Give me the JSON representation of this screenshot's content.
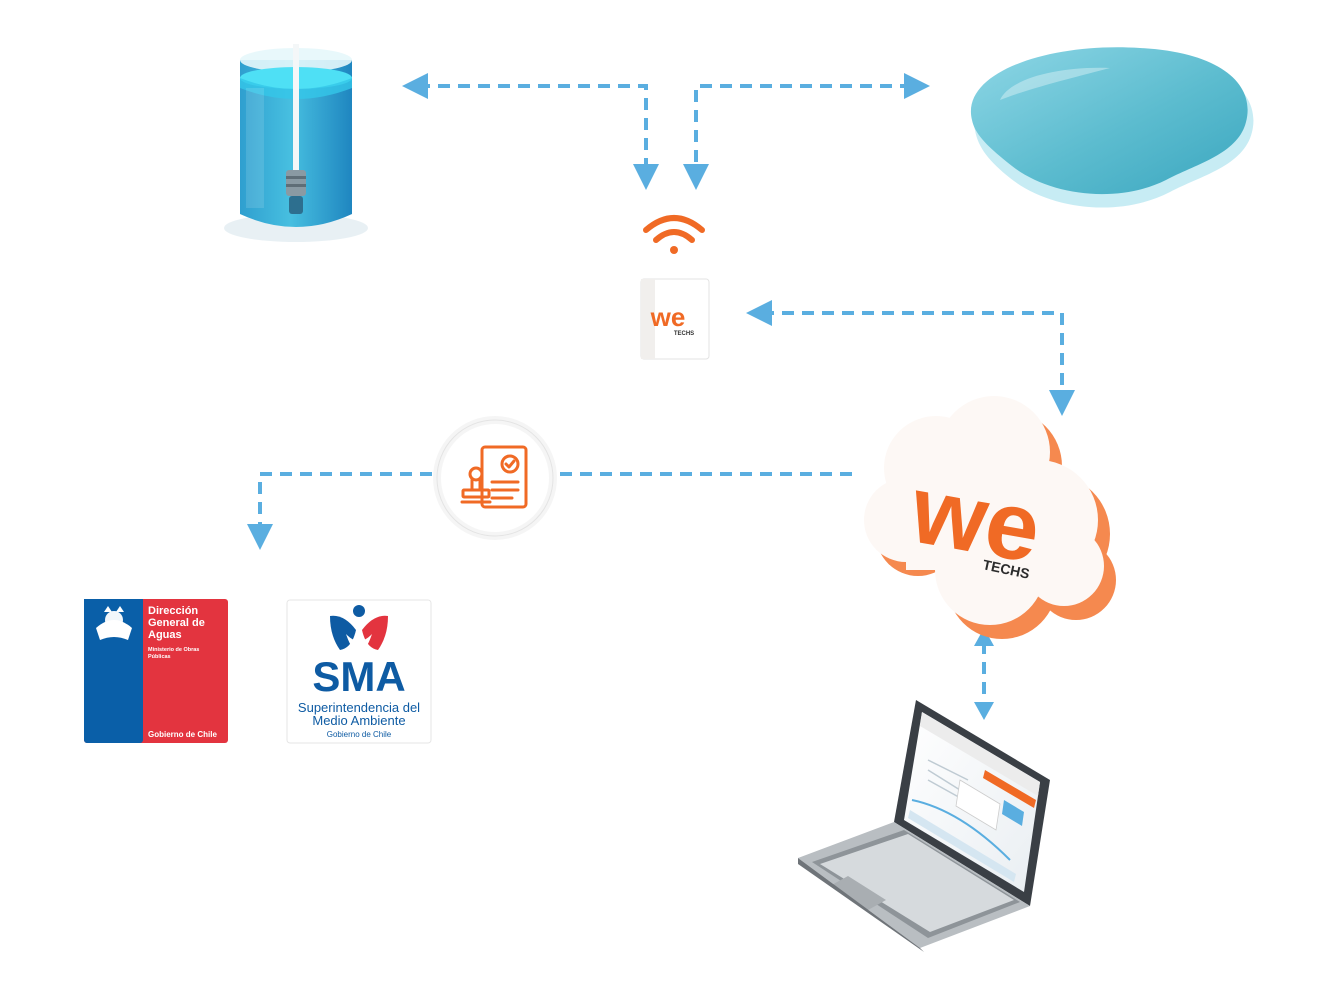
{
  "colors": {
    "flow_arrow": "#5aaee0",
    "brand_orange": "#f06a25",
    "water_blue": "#44b7d6",
    "dga_red": "#e3343f",
    "dga_blue": "#0a5fa8",
    "sma_blue": "#0e5ba3"
  },
  "nodes": {
    "tank": {
      "icon": "water-tank-sensor-icon"
    },
    "pond": {
      "icon": "water-pond-icon"
    },
    "gateway": {
      "icon": "wifi-icon",
      "brand_main": "we",
      "brand_sub": "TECHS"
    },
    "cloud": {
      "icon": "cloud-icon",
      "brand_main": "we",
      "brand_sub": "TECHS"
    },
    "report": {
      "icon": "certified-report-stamp-icon"
    },
    "laptop": {
      "icon": "laptop-dashboard-icon"
    }
  },
  "authorities": {
    "dga": {
      "title_line1": "Dirección",
      "title_line2": "General de",
      "title_line3": "Aguas",
      "ministry_line1": "Ministerio de Obras",
      "ministry_line2": "Públicas",
      "government": "Gobierno de Chile",
      "icon": "chile-coat-of-arms-icon"
    },
    "sma": {
      "acronym": "SMA",
      "name_line1": "Superintendencia del",
      "name_line2": "Medio Ambiente",
      "government": "Gobierno de Chile",
      "icon": "sma-emblem-icon"
    }
  }
}
